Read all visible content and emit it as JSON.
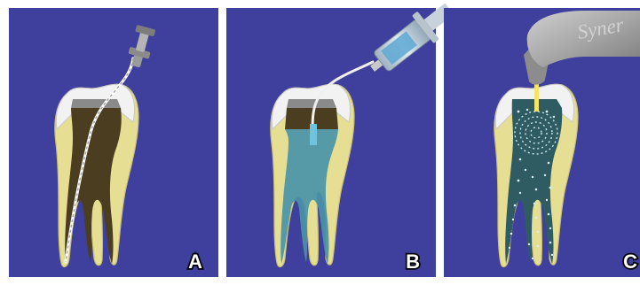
{
  "panels": [
    {
      "label": "A"
    },
    {
      "label": "B"
    },
    {
      "label": "C"
    }
  ],
  "device_brand": "Syner",
  "colors": {
    "background": "#3f3f9d",
    "enamel": "#f2f2f2",
    "dentin": "#e6df93",
    "pulp_untreated": "#4b3d20",
    "irrigant": "#4a93a8",
    "activated_irrigant": "#2f5c63",
    "laser_tip": "#f6e36a"
  }
}
